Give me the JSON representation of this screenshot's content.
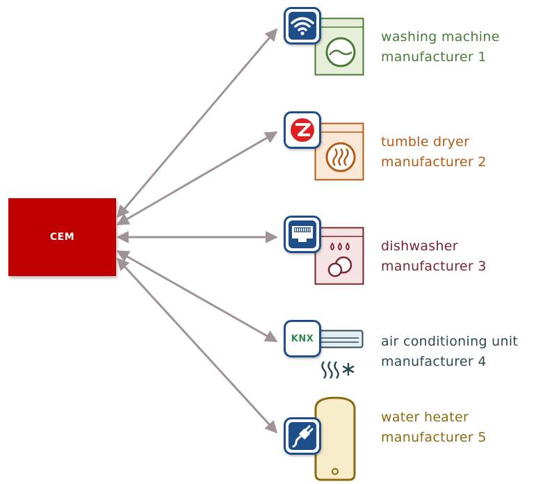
{
  "cem": {
    "label": "CEM",
    "color": "#c00000"
  },
  "devices": [
    {
      "label_line1": "washing machine",
      "label_line2": "manufacturer 1",
      "color": "#4a7a3a",
      "protocol_icon": "wifi-icon",
      "appliance_icon": "washing-machine-icon"
    },
    {
      "label_line1": "tumble dryer",
      "label_line2": "manufacturer 2",
      "color": "#b35a16",
      "protocol_icon": "zigbee-icon",
      "appliance_icon": "tumble-dryer-icon"
    },
    {
      "label_line1": "dishwasher",
      "label_line2": "manufacturer 3",
      "color": "#7a2430",
      "protocol_icon": "ethernet-icon",
      "appliance_icon": "dishwasher-icon"
    },
    {
      "label_line1": "air conditioning unit",
      "label_line2": "manufacturer 4",
      "color": "#2a4a52",
      "protocol_icon": "knx-icon",
      "protocol_text": "KNX",
      "appliance_icon": "air-conditioner-icon"
    },
    {
      "label_line1": "water heater",
      "label_line2": "manufacturer 5",
      "color": "#8a6a10",
      "protocol_icon": "plug-icon",
      "appliance_icon": "water-heater-icon"
    }
  ],
  "arrow_color": "#a09396"
}
